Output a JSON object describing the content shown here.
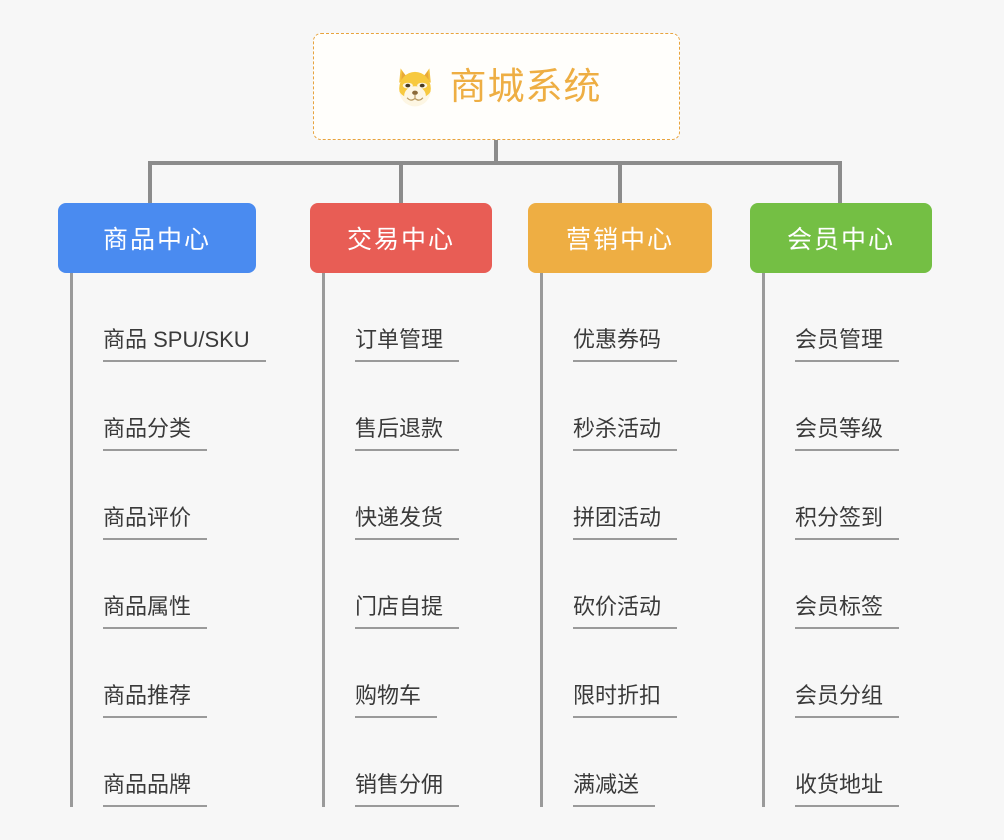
{
  "root": {
    "title": "商城系统",
    "emoji_name": "shiba-inu-face-icon",
    "accent_color": "#eeae43",
    "border_color": "#e8a33d"
  },
  "connector_color": "#8c8c8c",
  "branches": [
    {
      "label": "商品中心",
      "color": "#4a8bf0",
      "items": [
        "商品 SPU/SKU",
        "商品分类",
        "商品评价",
        "商品属性",
        "商品推荐",
        "商品品牌"
      ]
    },
    {
      "label": "交易中心",
      "color": "#e85d55",
      "items": [
        "订单管理",
        "售后退款",
        "快递发货",
        "门店自提",
        "购物车",
        "销售分佣"
      ]
    },
    {
      "label": "营销中心",
      "color": "#eeae43",
      "items": [
        "优惠券码",
        "秒杀活动",
        "拼团活动",
        "砍价活动",
        "限时折扣",
        "满减送"
      ]
    },
    {
      "label": "会员中心",
      "color": "#74bf44",
      "items": [
        "会员管理",
        "会员等级",
        "积分签到",
        "会员标签",
        "会员分组",
        "收货地址"
      ]
    }
  ]
}
